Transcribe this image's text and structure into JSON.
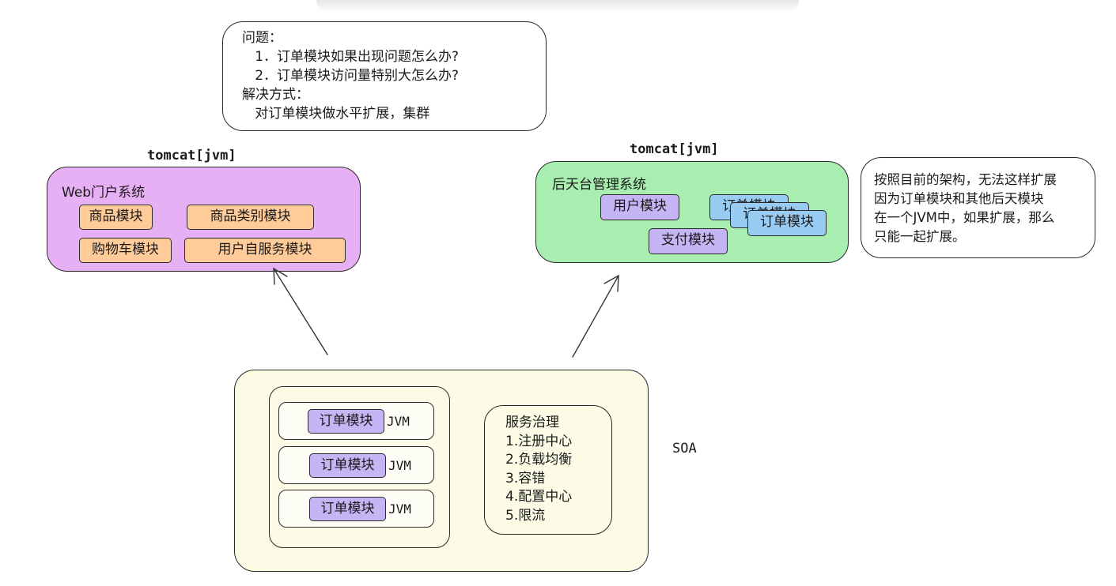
{
  "problem_note": {
    "lines": [
      "问题：",
      "   1．订单模块如果出现问题怎么办?",
      "   2．订单模块访问量特别大怎么办?",
      "解决方式：",
      "   对订单模块做水平扩展，集群"
    ]
  },
  "web_system": {
    "tag": "tomcat[jvm]",
    "title": "Web门户系统",
    "modules": [
      "商品模块",
      "商品类别模块",
      "购物车模块",
      "用户自服务模块"
    ]
  },
  "admin_system": {
    "tag": "tomcat[jvm]",
    "title": "后天台管理系统",
    "modules": [
      "用户模块",
      "支付模块"
    ],
    "stacked_modules": [
      "订单模块",
      "订单模块",
      "订单模块"
    ]
  },
  "scale_note": {
    "lines": [
      "按照目前的架构，无法这样扩展",
      "因为订单模块和其他后天模块",
      "在一个JVM中，如果扩展，那么",
      "只能一起扩展。"
    ]
  },
  "soa": {
    "label": "SOA",
    "instances": [
      {
        "module": "订单模块",
        "runtime": "JVM"
      },
      {
        "module": "订单模块",
        "runtime": "JVM"
      },
      {
        "module": "订单模块",
        "runtime": "JVM"
      }
    ],
    "governance": {
      "title": "服务治理",
      "items": [
        "1.注册中心",
        "2.负载均衡",
        "3.容错",
        "4.配置中心",
        "5.限流"
      ]
    }
  },
  "colors": {
    "web_system_fill": "#e8b0f4",
    "admin_system_fill": "#a8eeb0",
    "soa_fill": "#fbfbe6",
    "module_orange": "#ffcc99",
    "module_purple": "#c5b5f4",
    "module_blue": "#99ccf2"
  }
}
